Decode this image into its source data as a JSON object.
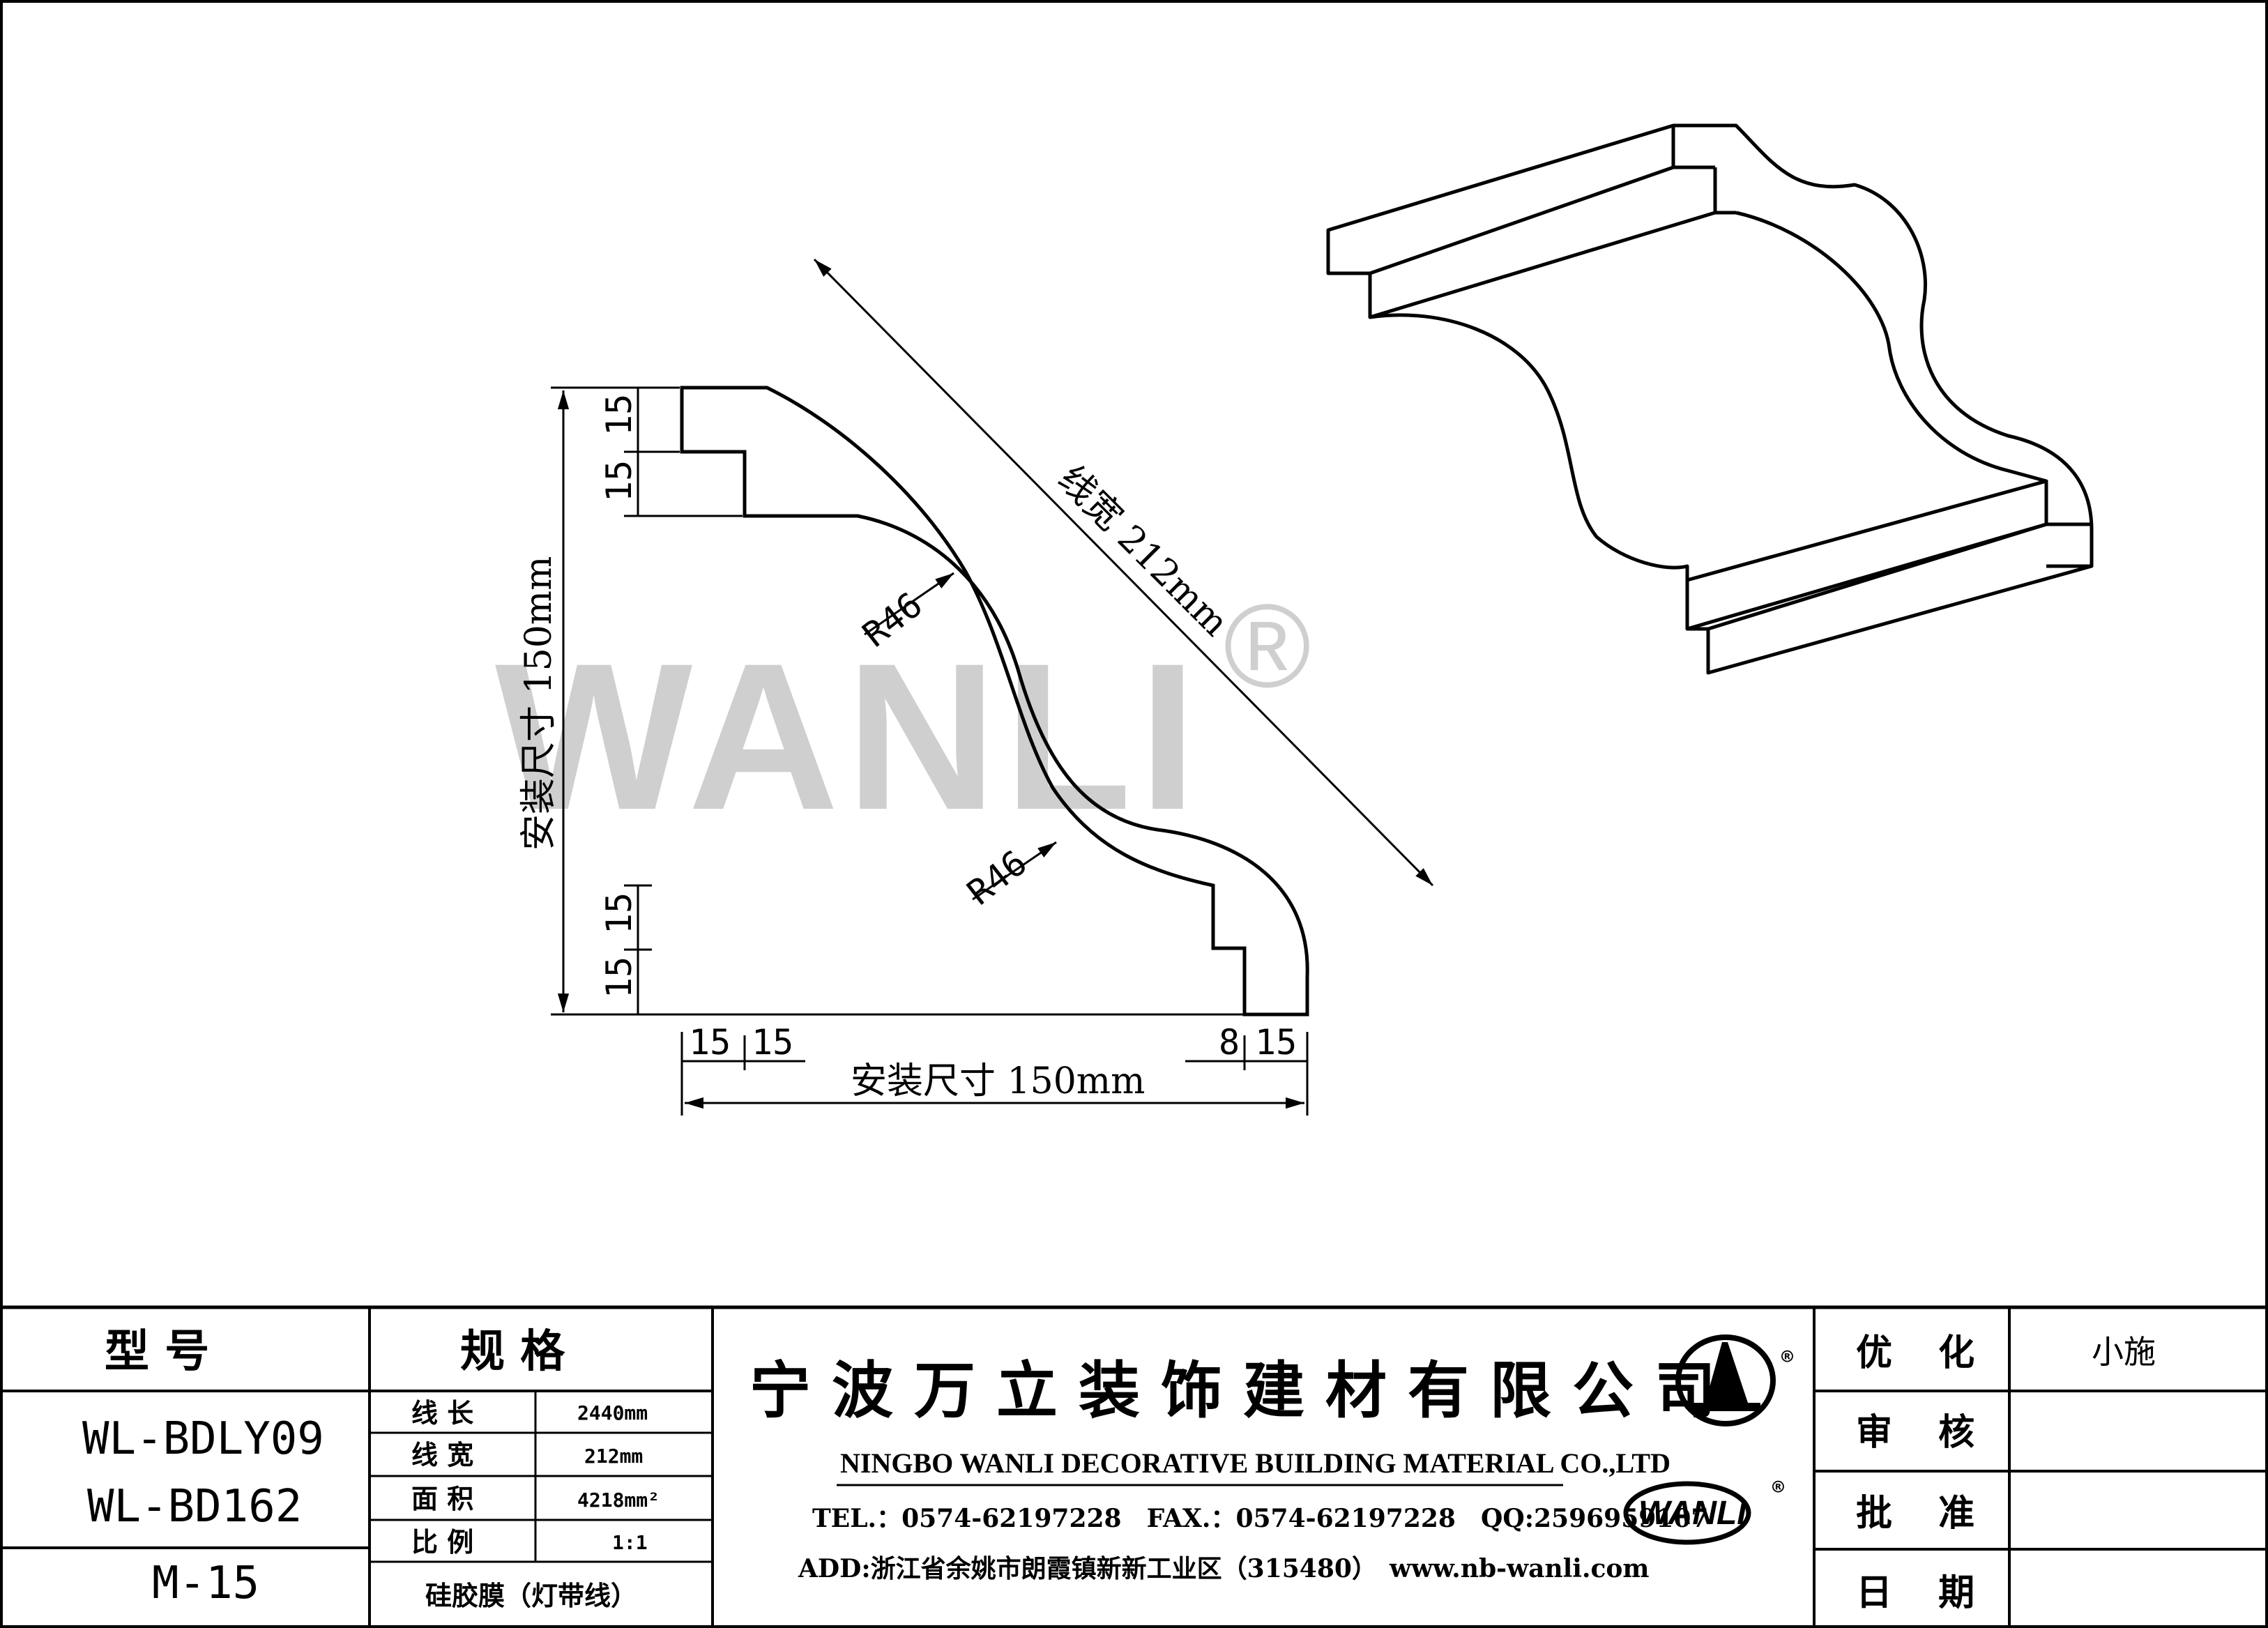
{
  "watermark": {
    "text": "WANLI",
    "registered": "®"
  },
  "dimensions": {
    "vertical_install": "安装尺寸 150mm",
    "horizontal_install": "安装尺寸 150mm",
    "diagonal_width": "线宽 212mm",
    "radius_top": "R46",
    "radius_bottom": "R46",
    "left_top_a": "15",
    "left_top_b": "15",
    "left_bottom_a": "15",
    "left_bottom_b": "15",
    "bottom_left_a": "15",
    "bottom_left_b": "15",
    "bottom_right_a": "8",
    "bottom_right_b": "15"
  },
  "title_block": {
    "model_header": "型 号",
    "spec_header": "规 格",
    "model_1": "WL-BDLY09",
    "model_2": "WL-BD162",
    "material_code": "M-15",
    "specs": [
      {
        "label": "线 长",
        "value": "2440mm"
      },
      {
        "label": "线 宽",
        "value": "212mm"
      },
      {
        "label": "面 积",
        "value": "4218mm²"
      },
      {
        "label": "比 例",
        "value": "1:1"
      }
    ],
    "material": "硅胶膜（灯带线）",
    "company_cn": "宁波万立装饰建材有限公司",
    "company_en": "NINGBO WANLI DECORATIVE BUILDING MATERIAL CO.,LTD",
    "contact": "TEL.：0574-62197228　FAX.：0574-62197228　QQ:2596959107",
    "address": "ADD:浙江省余姚市朗霞镇新新工业区（315480）　www.nb-wanli.com",
    "logo_text": "WANLI",
    "logo_reg": "®",
    "approvals": [
      {
        "label": "优 化",
        "value": "小施"
      },
      {
        "label": "审 核",
        "value": ""
      },
      {
        "label": "批 准",
        "value": ""
      },
      {
        "label": "日 期",
        "value": ""
      }
    ]
  }
}
